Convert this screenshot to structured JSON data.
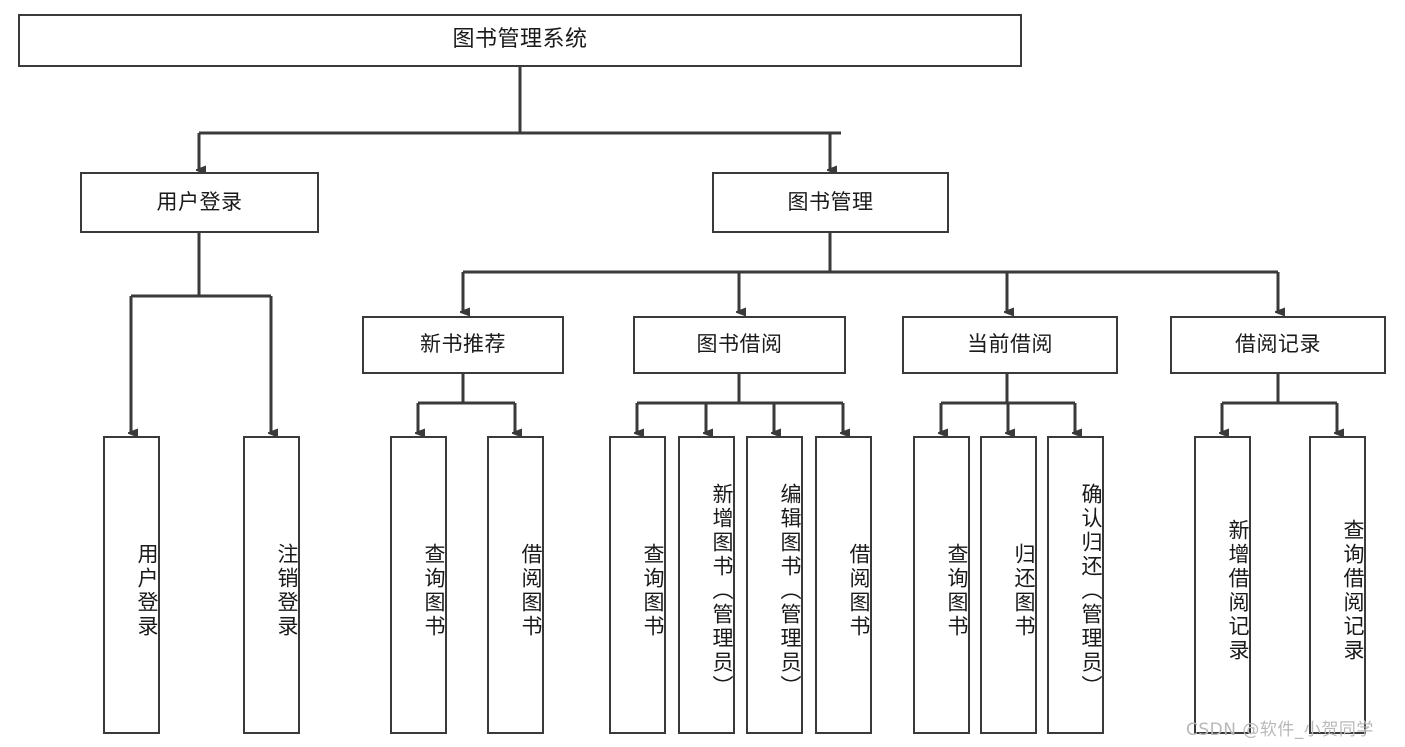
{
  "diagram": {
    "type": "tree-hierarchy",
    "title": "图书管理系统",
    "watermark": "CSDN @软件_小贺同学",
    "nodes": {
      "root": {
        "label": "图书管理系统"
      },
      "level2": [
        {
          "id": "user-login",
          "label": "用户登录"
        },
        {
          "id": "book-manage",
          "label": "图书管理"
        }
      ],
      "level3": [
        {
          "id": "new-book-rec",
          "label": "新书推荐"
        },
        {
          "id": "book-borrow",
          "label": "图书借阅"
        },
        {
          "id": "current-borrow",
          "label": "当前借阅"
        },
        {
          "id": "borrow-record",
          "label": "借阅记录"
        }
      ],
      "leaves": [
        {
          "id": "leaf-user-login",
          "label": "用户登录",
          "parent": "user-login"
        },
        {
          "id": "leaf-user-logout",
          "label": "注销登录",
          "parent": "user-login"
        },
        {
          "id": "leaf-query-book-1",
          "label": "查询图书",
          "parent": "new-book-rec"
        },
        {
          "id": "leaf-borrow-book-1",
          "label": "借阅图书",
          "parent": "new-book-rec"
        },
        {
          "id": "leaf-query-book-2",
          "label": "查询图书",
          "parent": "book-borrow"
        },
        {
          "id": "leaf-add-book",
          "label": "新增图书（管理员）",
          "parent": "book-borrow"
        },
        {
          "id": "leaf-edit-book",
          "label": "编辑图书（管理员）",
          "parent": "book-borrow"
        },
        {
          "id": "leaf-borrow-book-2",
          "label": "借阅图书",
          "parent": "book-borrow"
        },
        {
          "id": "leaf-query-book-3",
          "label": "查询图书",
          "parent": "current-borrow"
        },
        {
          "id": "leaf-return-book",
          "label": "归还图书",
          "parent": "current-borrow"
        },
        {
          "id": "leaf-confirm-return",
          "label": "确认归还（管理员）",
          "parent": "current-borrow"
        },
        {
          "id": "leaf-add-record",
          "label": "新增借阅记录",
          "parent": "borrow-record"
        },
        {
          "id": "leaf-query-record",
          "label": "查询借阅记录",
          "parent": "borrow-record"
        }
      ]
    },
    "colors": {
      "node_border": "#3a3a3a",
      "node_fill": "#ffffff",
      "edge": "#3a3a3a",
      "text": "#1a1a1a",
      "watermark": "#b9b9b9",
      "background": "#ffffff"
    }
  }
}
